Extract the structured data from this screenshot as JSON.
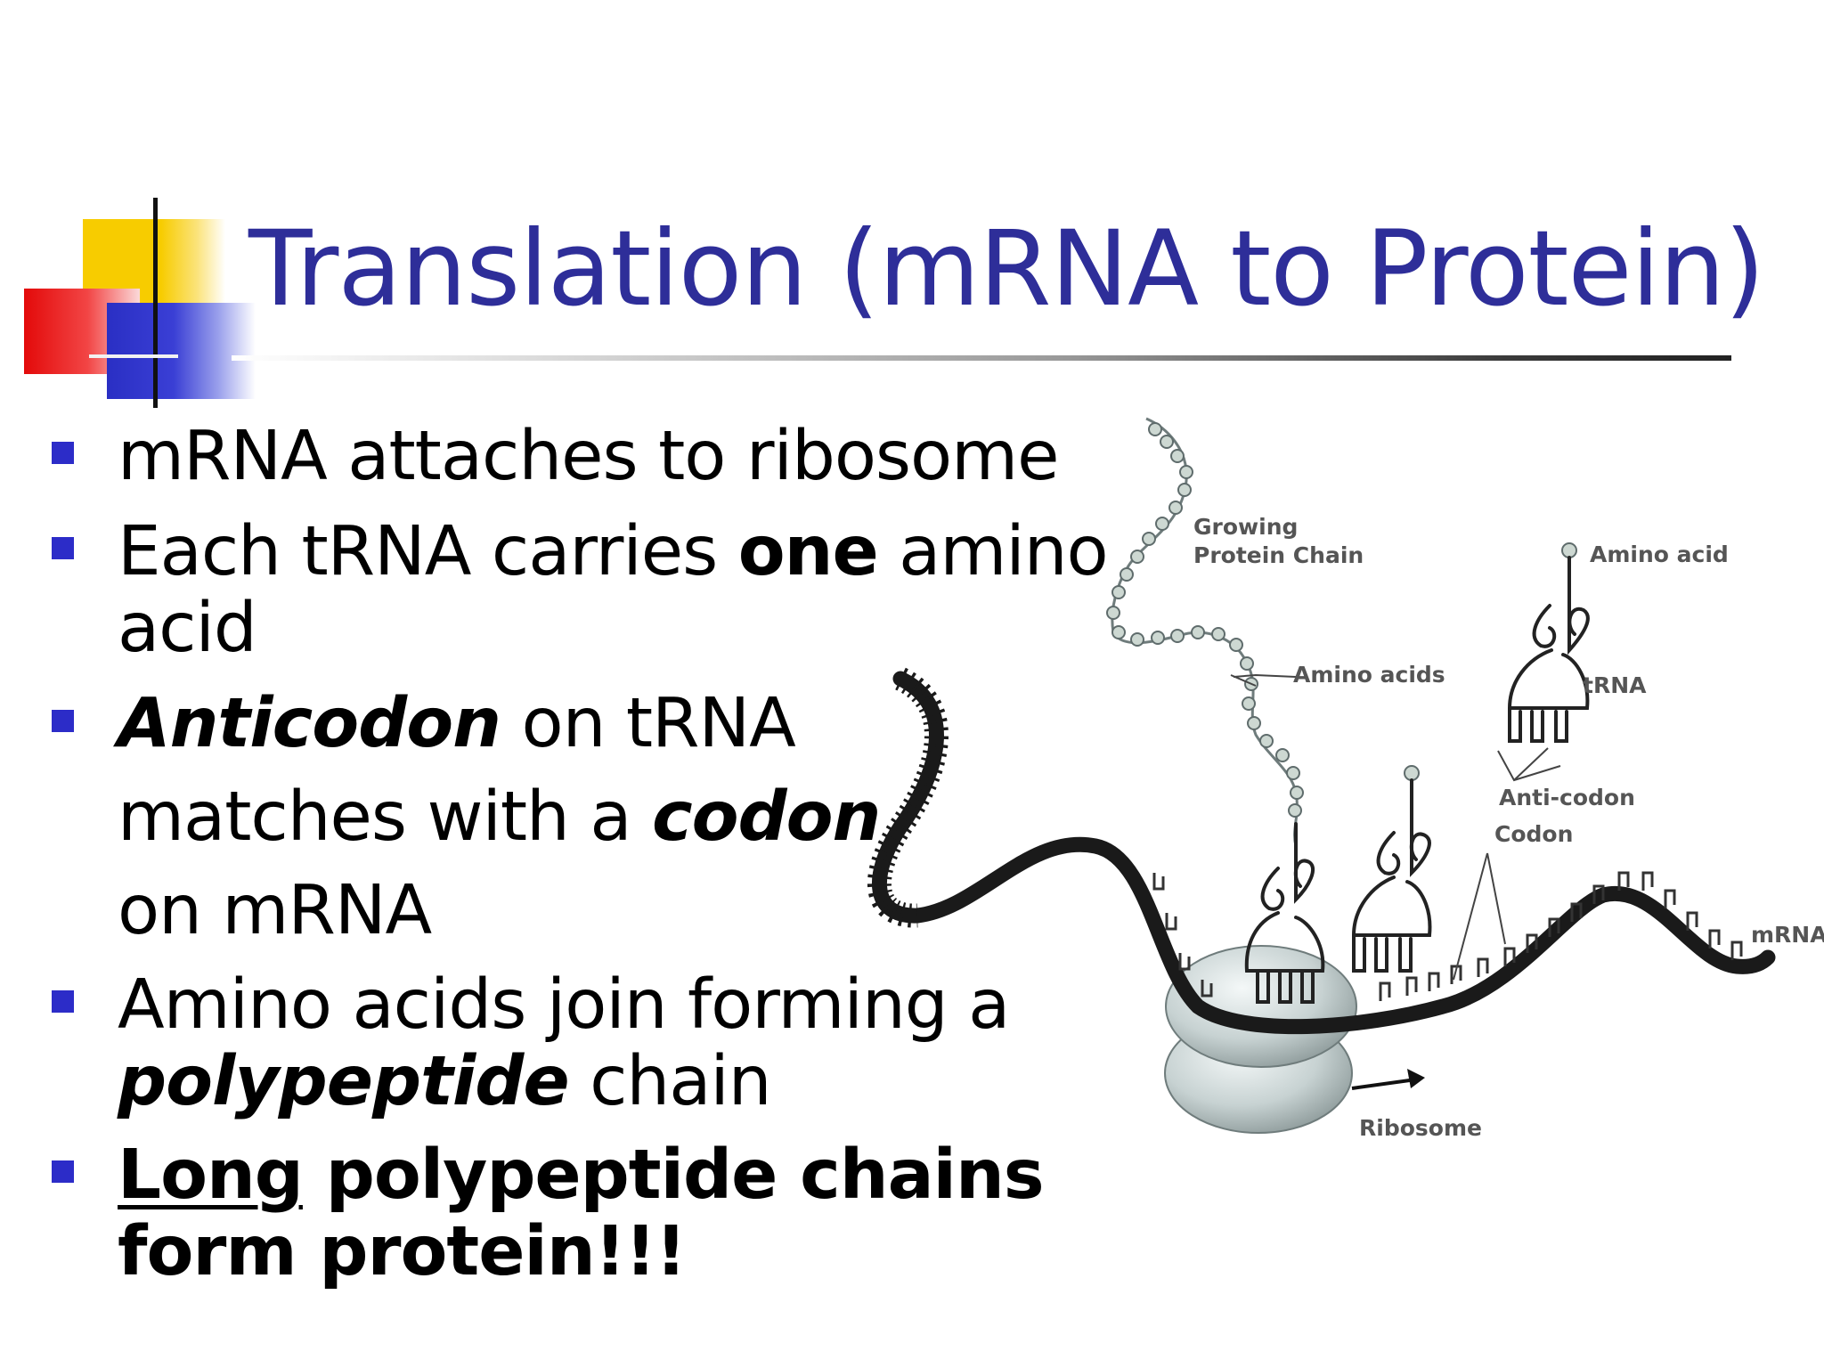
{
  "title": "Translation (mRNA to Protein)",
  "bullets": [
    {
      "lines": [
        [
          "mRNA attaches to ribosome"
        ]
      ]
    },
    {
      "lines": [
        [
          "Each tRNA carries ",
          "one",
          " amino"
        ],
        [
          "acid"
        ]
      ]
    },
    {
      "lines": [
        [
          "Anticodon",
          " on tRNA"
        ],
        [
          "matches with a ",
          "codon"
        ],
        [
          "on mRNA"
        ]
      ]
    },
    {
      "lines": [
        [
          "Amino acids join forming a"
        ],
        [
          "polypeptide",
          " chain"
        ]
      ]
    },
    {
      "lines": [
        [
          "Long",
          " polypeptide chains"
        ],
        [
          "form protein!!!"
        ]
      ]
    }
  ],
  "diagram": {
    "labels": {
      "growing_1": "Growing",
      "growing_2": "Protein Chain",
      "amino_acid": "Amino acid",
      "amino_acids": "Amino acids",
      "trna": "tRNA",
      "anticodon": "Anti-codon",
      "codon": "Codon",
      "mrna": "mRNA",
      "ribosome": "Ribosome"
    }
  },
  "colors": {
    "title": "#2e2e99",
    "bullet_marker": "#2c2cc8",
    "logo_yellow": "#f7cc00",
    "logo_red": "#e30a0a",
    "logo_blue": "#2a2fc4"
  }
}
